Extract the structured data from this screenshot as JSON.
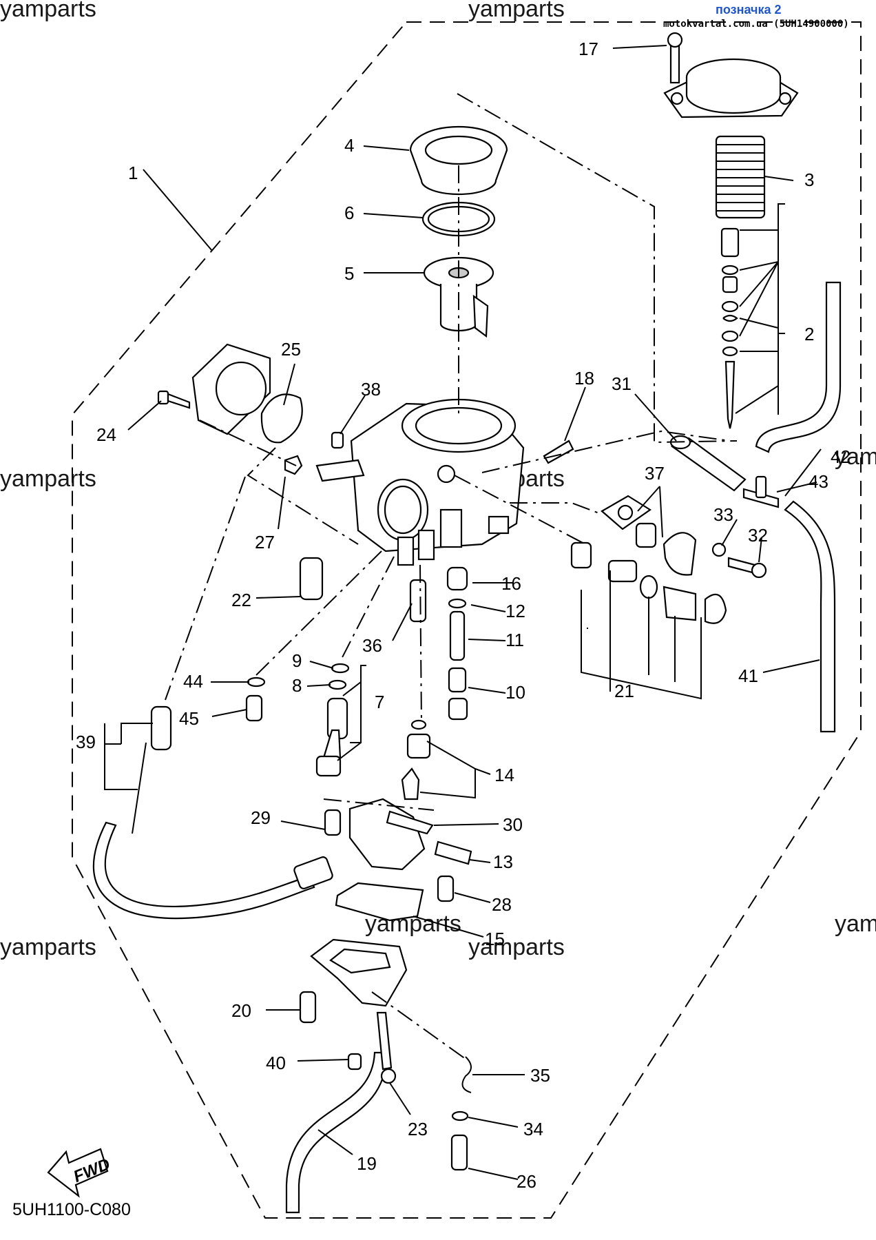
{
  "header": {
    "label": "позначка 2",
    "source": "motokvartal.com.ua (5UH14900000)"
  },
  "watermark": "yamparts",
  "diagram_code": "5UH1100-C080",
  "fwd_label": "FWD",
  "callouts": {
    "c1": "1",
    "c2": "2",
    "c3": "3",
    "c4": "4",
    "c5": "5",
    "c6": "6",
    "c7": "7",
    "c8": "8",
    "c9": "9",
    "c10": "10",
    "c11": "11",
    "c12": "12",
    "c13": "13",
    "c14": "14",
    "c15": "15",
    "c16": "16",
    "c17": "17",
    "c18": "18",
    "c19": "19",
    "c20": "20",
    "c21": "21",
    "c22": "22",
    "c23": "23",
    "c24": "24",
    "c25": "25",
    "c26": "26",
    "c27": "27",
    "c28": "28",
    "c29": "29",
    "c30": "30",
    "c31": "31",
    "c32": "32",
    "c33": "33",
    "c34": "34",
    "c35": "35",
    "c36": "36",
    "c37": "37",
    "c38": "38",
    "c39": "39",
    "c40": "40",
    "c41": "41",
    "c42": "42",
    "c43": "43",
    "c44": "44",
    "c45": "45"
  }
}
